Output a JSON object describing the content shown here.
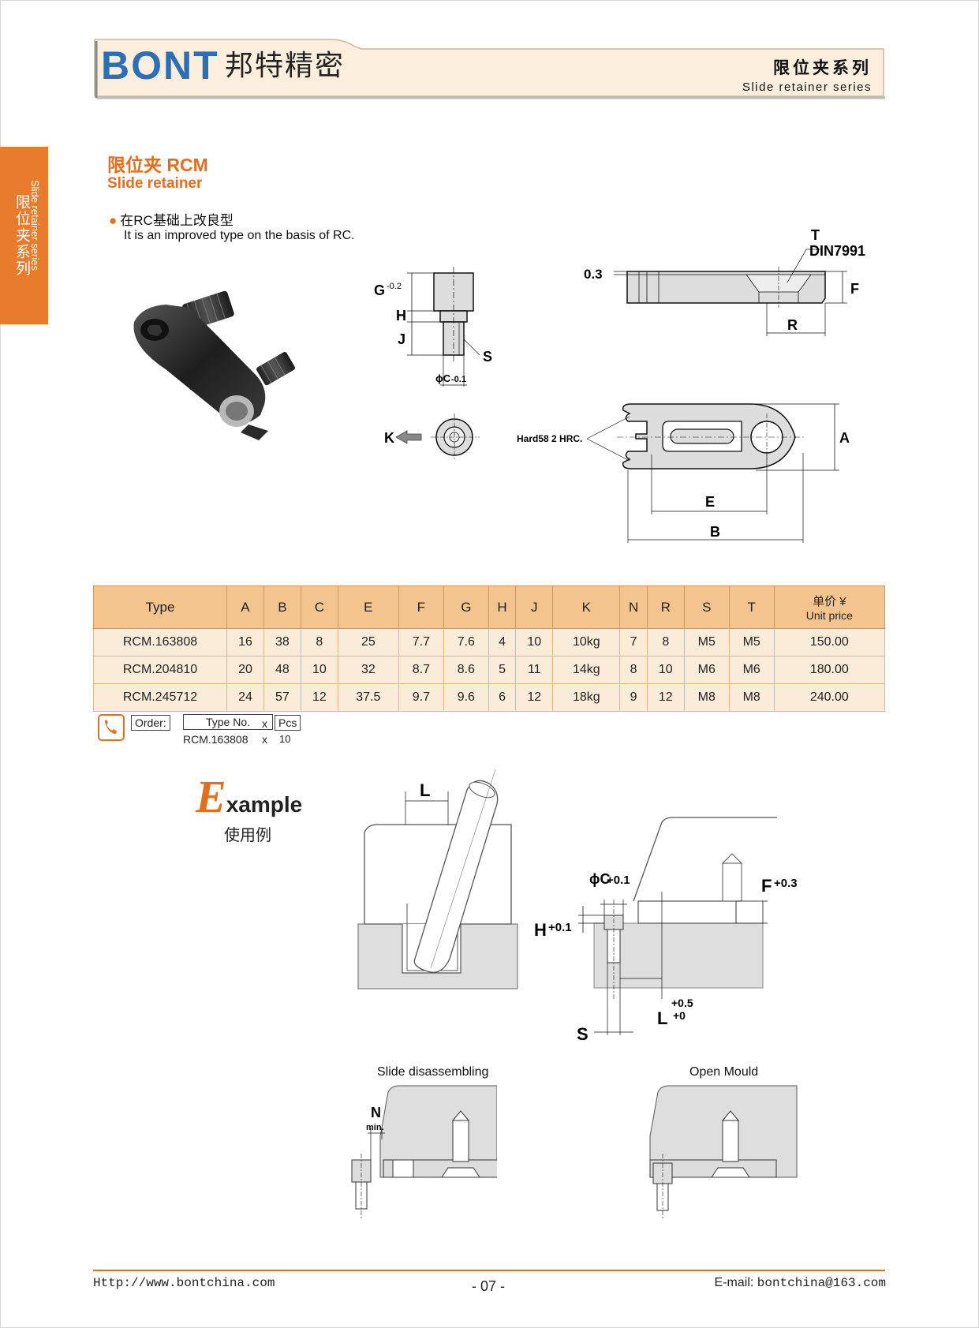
{
  "header": {
    "logo_text": "BONT",
    "logo_cn": "邦特精密",
    "series_cn": "限位夹系列",
    "series_en": "Slide retainer series",
    "brand_color": "#2d6fb6",
    "accent_color": "#e07020"
  },
  "side_tab": {
    "cn": "限位夹系列",
    "en": "Slide retainer series"
  },
  "product": {
    "title_cn": "限位夹 RCM",
    "title_en": "Slide retainer",
    "bullet_cn": "在RC基础上改良型",
    "bullet_en": "It is an improved type on the basis of RC."
  },
  "drawing_labels": {
    "g": "G",
    "g_tol": "-0.2",
    "h": "H",
    "j": "J",
    "s": "S",
    "c": "ϕC",
    "c_tol": "-0.1",
    "k": "K",
    "t": "T",
    "din": "DIN7991",
    "f": "F",
    "r": "R",
    "thk": "0.3",
    "a": "A",
    "e": "E",
    "b": "B",
    "hard": "Hard58  2 HRC."
  },
  "table": {
    "headers": [
      "Type",
      "A",
      "B",
      "C",
      "E",
      "F",
      "G",
      "H",
      "J",
      "K",
      "N",
      "R",
      "S",
      "T"
    ],
    "price_cn": "单价 ¥",
    "price_en": "Unit price",
    "rows": [
      [
        "RCM.163808",
        "16",
        "38",
        "8",
        "25",
        "7.7",
        "7.6",
        "4",
        "10",
        "10kg",
        "7",
        "8",
        "M5",
        "M5",
        "150.00"
      ],
      [
        "RCM.204810",
        "20",
        "48",
        "10",
        "32",
        "8.7",
        "8.6",
        "5",
        "11",
        "14kg",
        "8",
        "10",
        "M6",
        "M6",
        "180.00"
      ],
      [
        "RCM.245712",
        "24",
        "57",
        "12",
        "37.5",
        "9.7",
        "9.6",
        "6",
        "12",
        "18kg",
        "9",
        "12",
        "M8",
        "M8",
        "240.00"
      ]
    ]
  },
  "order": {
    "label": "Order:",
    "type_no": "Type No.",
    "x": "x",
    "pcs": "Pcs",
    "example_type": "RCM.163808",
    "example_x": "x",
    "example_qty": "10"
  },
  "example": {
    "big_letter": "E",
    "rest": "xample",
    "cn": "使用例",
    "l": "L",
    "c_tol": "ϕC",
    "c_tol_v": "+0.1",
    "f": "F",
    "f_tol": "+0.3",
    "h": "H",
    "h_tol": "+0.1",
    "l2": "L",
    "l_tol_up": "+0.5",
    "l_tol_dn": "+0",
    "s": "S",
    "slide_disassembling": "Slide disassembling",
    "n": "N",
    "n_min": "min.",
    "open_mould": "Open Mould"
  },
  "footer": {
    "url": "Http://www.bontchina.com",
    "page": "- 07 -",
    "email_label": "E-mail:",
    "email": "bontchina@163.com"
  }
}
